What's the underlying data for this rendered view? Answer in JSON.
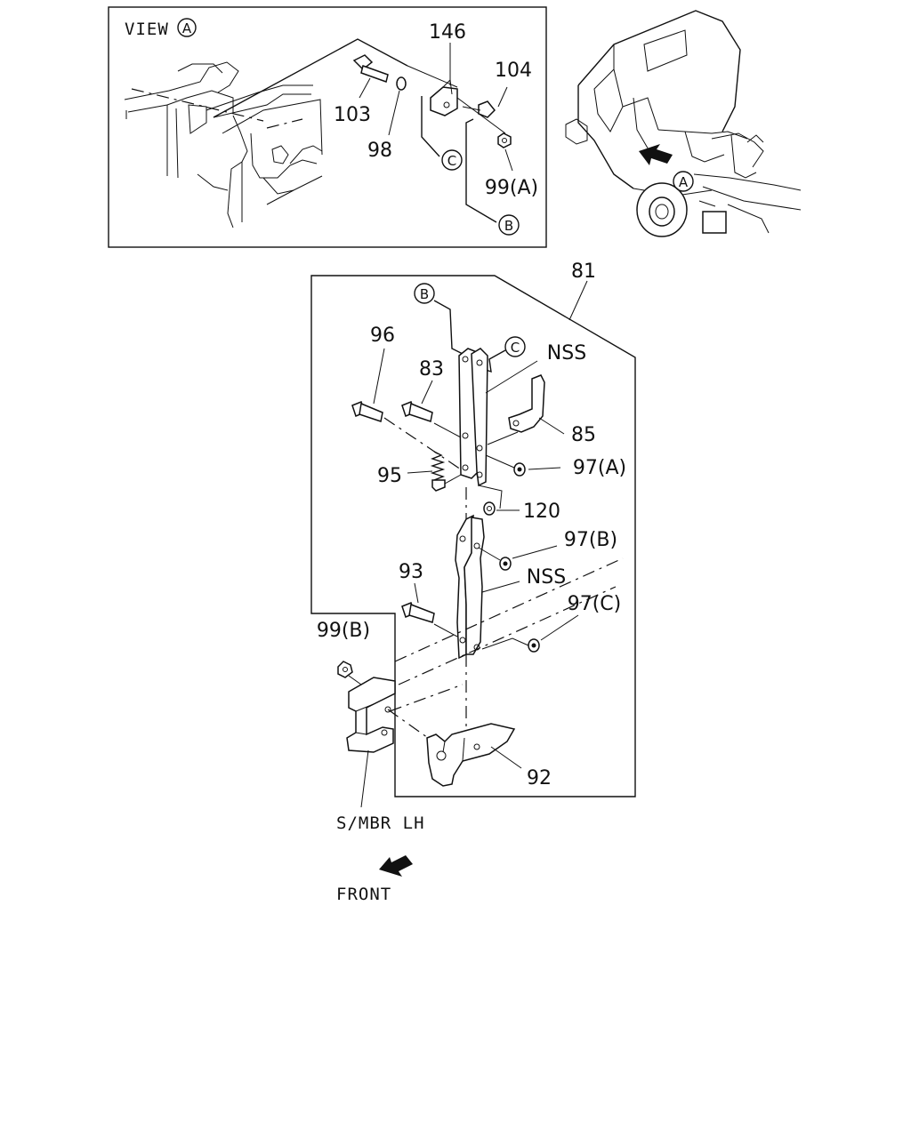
{
  "view_box": {
    "title": "VIEW",
    "title_marker": "A",
    "labels": {
      "p146": "146",
      "p104": "104",
      "p103": "103",
      "p98": "98",
      "p99a": "99(A)",
      "ref_c": "C",
      "ref_b": "B"
    }
  },
  "truck_view": {
    "marker": "A"
  },
  "main_assembly": {
    "assembly_label": "81",
    "labels": {
      "ref_b": "B",
      "ref_c": "C",
      "nss_upper": "NSS",
      "p96": "96",
      "p83": "83",
      "p85": "85",
      "p95": "95",
      "p97a": "97(A)",
      "p120": "120",
      "p97b": "97(B)",
      "nss_lower": "NSS",
      "p93": "93",
      "p97c": "97(C)",
      "p99b": "99(B)",
      "p92": "92"
    }
  },
  "footer": {
    "member_label": "S/MBR LH",
    "front_label": "FRONT"
  }
}
